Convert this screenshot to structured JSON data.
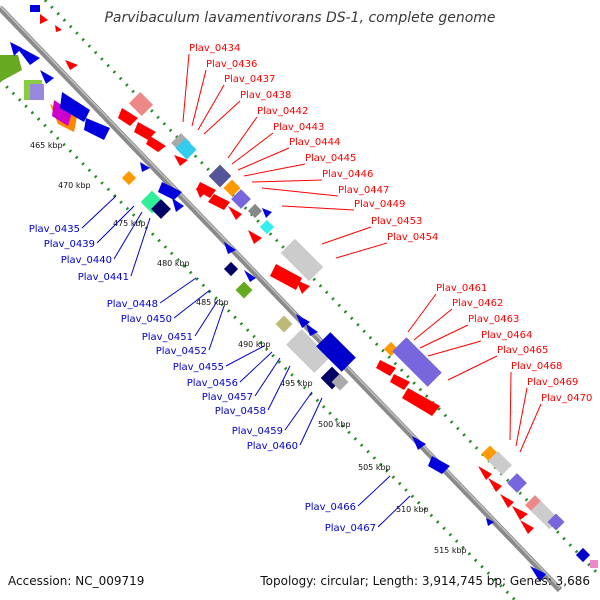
{
  "header": {
    "title": "Parvibaculum lavamentivorans DS-1, complete genome"
  },
  "footer": {
    "accession": "Accession: NC_009719",
    "summary": "Topology: circular; Length: 3,914,745 bp; Genes: 3,686"
  },
  "colors": {
    "top_strand_label": "#ff0000",
    "bottom_strand_label": "#0000cc",
    "backbone": "#888888",
    "dotted_track": "#228b22"
  },
  "scale_ticks": [
    "465 kbp",
    "470 kbp",
    "475 kbp",
    "480 kbp",
    "485 kbp",
    "490 kbp",
    "495 kbp",
    "500 kbp",
    "505 kbp",
    "510 kbp",
    "515 kbp"
  ],
  "top_labels": [
    "Plav_0434",
    "Plav_0436",
    "Plav_0437",
    "Plav_0438",
    "Plav_0442",
    "Plav_0443",
    "Plav_0444",
    "Plav_0445",
    "Plav_0446",
    "Plav_0447",
    "Plav_0449",
    "Plav_0453",
    "Plav_0454",
    "Plav_0461",
    "Plav_0462",
    "Plav_0463",
    "Plav_0464",
    "Plav_0465",
    "Plav_0468",
    "Plav_0469",
    "Plav_0470"
  ],
  "bottom_labels": [
    "Plav_0435",
    "Plav_0439",
    "Plav_0440",
    "Plav_0441",
    "Plav_0448",
    "Plav_0450",
    "Plav_0451",
    "Plav_0452",
    "Plav_0455",
    "Plav_0456",
    "Plav_0457",
    "Plav_0458",
    "Plav_0459",
    "Plav_0460",
    "Plav_0466",
    "Plav_0467"
  ]
}
